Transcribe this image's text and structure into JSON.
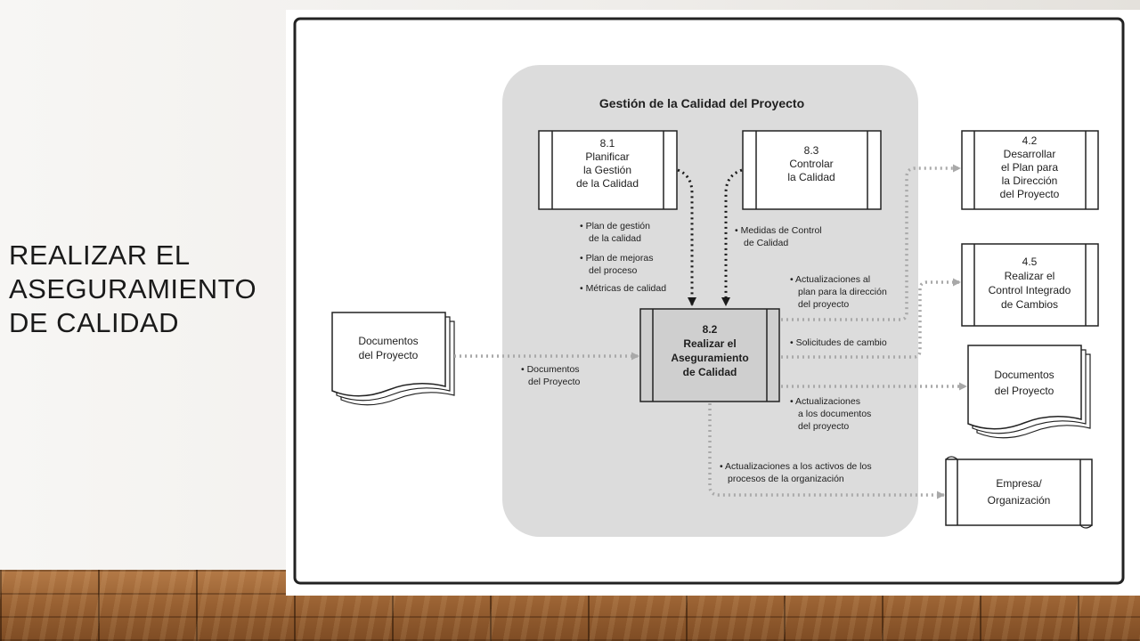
{
  "slide": {
    "title_lines": [
      "REALIZAR EL",
      "ASEGURAMIENTO",
      "DE CALIDAD"
    ]
  },
  "diagram": {
    "group_title": "Gestión de la Calidad del Proyecto",
    "boxes": {
      "p81": [
        "8.1",
        "Planificar",
        "la Gestión",
        "de la Calidad"
      ],
      "p83": [
        "8.3",
        "Controlar",
        "la Calidad"
      ],
      "p82": [
        "8.2",
        "Realizar el",
        "Aseguramiento",
        "de Calidad"
      ],
      "p42": [
        "4.2",
        "Desarrollar",
        "el Plan para",
        "la Dirección",
        "del Proyecto"
      ],
      "p45": [
        "4.5",
        "Realizar el",
        "Control Integrado",
        "de Cambios"
      ],
      "docs_in": [
        "Documentos",
        "del Proyecto"
      ],
      "docs_out": [
        "Documentos",
        "del Proyecto"
      ],
      "empresa": [
        "Empresa/",
        "Organización"
      ]
    },
    "labels": {
      "from81": [
        "• Plan de gestión",
        "de la calidad",
        "• Plan de mejoras",
        "del proceso",
        "• Métricas de calidad"
      ],
      "from83": [
        "• Medidas de Control",
        "de Calidad"
      ],
      "docs_input": [
        "• Documentos",
        "del Proyecto"
      ],
      "upd_plan": [
        "• Actualizaciones al",
        "plan para la dirección",
        "del proyecto"
      ],
      "change_req": [
        "• Solicitudes de cambio"
      ],
      "upd_docs": [
        "• Actualizaciones",
        "a los documentos",
        "del proyecto"
      ],
      "upd_assets": [
        "• Actualizaciones a los activos de los",
        "procesos de la organización"
      ]
    },
    "colors": {
      "group_bg": "#dcdcdc",
      "process_82_bg": "#cfcfcf",
      "arrow_gray": "#a9a9a9",
      "arrow_black": "#1a1a1a",
      "panel_border": "#222222"
    }
  }
}
